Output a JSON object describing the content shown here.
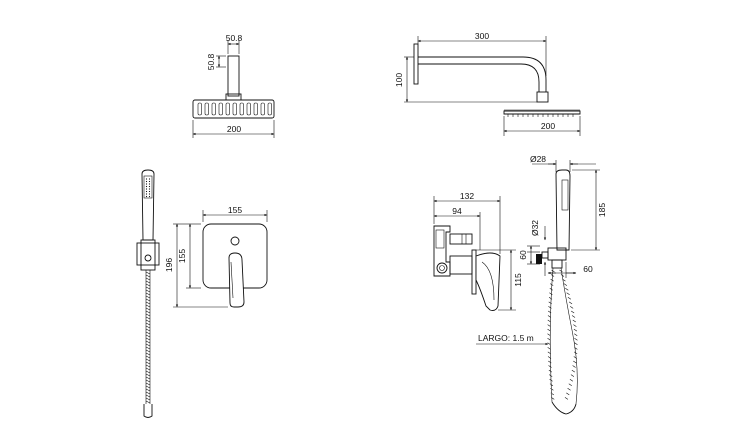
{
  "dimensions": {
    "head_top_width": "50.8",
    "head_top_height": "50.8",
    "head_top_diameter": "200",
    "arm_length": "300",
    "arm_drop": "100",
    "head_side_diameter": "200",
    "plate_width": "155",
    "plate_height": "155",
    "handset_total_height": "196",
    "body_depth": "132",
    "body_depth_inner": "94",
    "body_height": "115",
    "handle_diameter": "Ø28",
    "handle_length": "185",
    "outlet_diameter": "Ø32",
    "outlet_height": "60",
    "outlet_width": "60"
  },
  "hose_label": "LARGO: 1.5 m"
}
